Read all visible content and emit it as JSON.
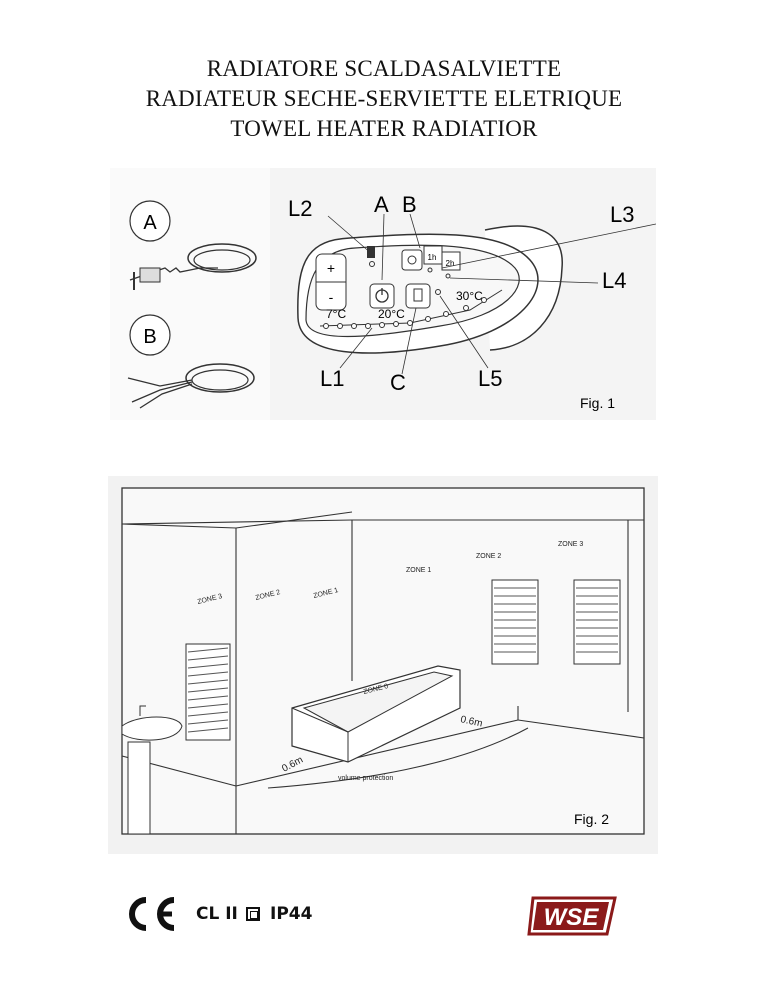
{
  "titles": {
    "line1": "RADIATORE SCALDASALVIETTE",
    "line2": "RADIATEUR SECHE-SERVIETTE ELETRIQUE",
    "line3": "TOWEL HEATER RADIATIOR"
  },
  "fig1": {
    "caption": "Fig. 1",
    "label_a_circle": "A",
    "label_b_circle": "B",
    "callouts": {
      "l2": "L2",
      "a": "A",
      "b": "B",
      "l3": "L3",
      "l4": "L4",
      "l1": "L1",
      "c": "C",
      "l5": "L5"
    },
    "panel": {
      "plus": "+",
      "minus": "-",
      "temp_min": "7°C",
      "temp_mid": "20°C",
      "temp_max": "30°C",
      "timer_1h": "1h",
      "timer_2h": "2h"
    }
  },
  "fig2": {
    "caption": "Fig. 2",
    "zones": {
      "zone3_left": "ZONE 3",
      "zone2_left": "ZONE 2",
      "zone1_left": "ZONE 1",
      "zone1_right": "ZONE 1",
      "zone2_right": "ZONE 2",
      "zone3_right": "ZONE 3",
      "zone0": "ZONE 0"
    },
    "dist_left": "0.6m",
    "dist_right": "0.6m",
    "volume_protection": "volume protection"
  },
  "footer": {
    "ce_mark": "CE",
    "class_label": "CL II",
    "ip_label": "IP44",
    "brand": "WSE"
  }
}
